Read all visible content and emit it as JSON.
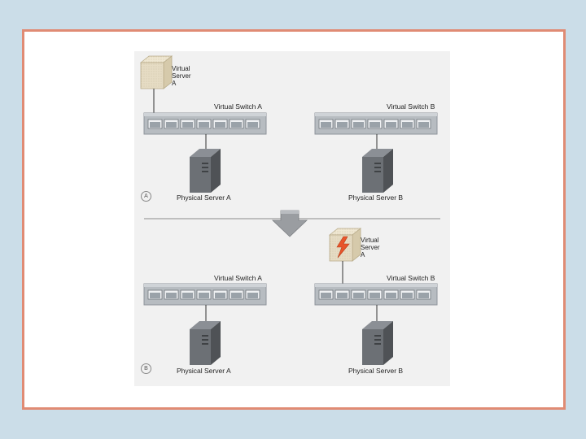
{
  "colors": {
    "background": "#cbdde8",
    "frame_border": "#e08b74",
    "switch": "#aeb3b8",
    "server": "#6a6d72",
    "virtual_server": "#e6dcc4",
    "bolt": "#e8552b"
  },
  "panel_a": {
    "tag": "A",
    "virtual_server_label": "Virtual\nServer\nA",
    "switch_a_label": "Virtual Switch A",
    "switch_b_label": "Virtual Switch B",
    "server_a_label": "Physical Server A",
    "server_b_label": "Physical Server B"
  },
  "panel_b": {
    "tag": "B",
    "virtual_server_label": "Virtual\nServer\nA",
    "switch_a_label": "Virtual Switch A",
    "switch_b_label": "Virtual Switch B",
    "server_a_label": "Physical Server A",
    "server_b_label": "Physical Server B"
  },
  "icons": {
    "migration_arrow": "down-arrow-icon",
    "virtual_server": "cube-icon",
    "physical_server": "server-tower-icon",
    "switch": "network-switch-icon",
    "fault": "lightning-bolt-icon"
  }
}
